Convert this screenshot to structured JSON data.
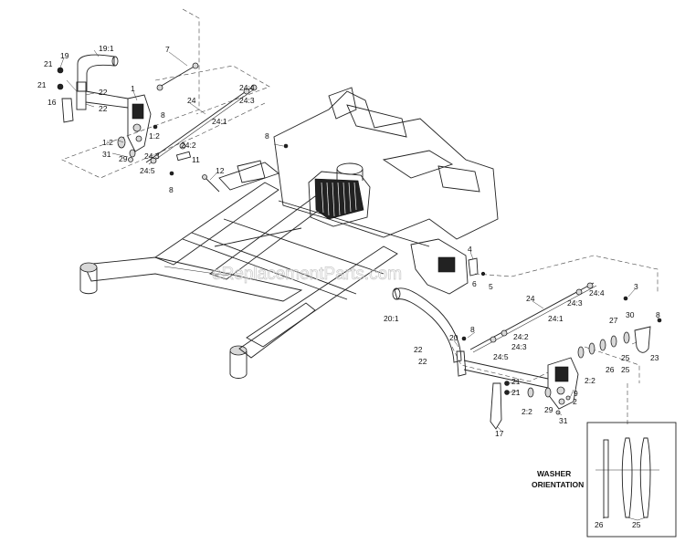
{
  "watermark": "eReplacementParts.com",
  "washer_orientation": {
    "line1": "WASHER",
    "line2": "ORIENTATION",
    "part_left": "26",
    "part_right": "25"
  },
  "callouts": {
    "c19_1": "19:1",
    "c7": "7",
    "c21a": "21",
    "c19": "19",
    "c21b": "21",
    "c22a": "22",
    "c16": "16",
    "c22b": "22",
    "c1": "1",
    "c24a": "24",
    "c24_4a": "24:4",
    "c24_3a": "24:3",
    "c8a": "8",
    "c24_1a": "24:1",
    "c1_2a": "1:2",
    "c1_2b": "1:2",
    "c24_2a": "24:2",
    "c31a": "31",
    "c29a": "29",
    "c24_3b": "24:3",
    "c11": "11",
    "c24_5a": "24:5",
    "c8b": "8",
    "c8c": "8",
    "c12": "12",
    "c4": "4",
    "c6": "6",
    "c5": "5",
    "c3": "3",
    "c24b": "24",
    "c24_4b": "24:4",
    "c24_3c": "24:3",
    "c24_1b": "24:1",
    "c20_1": "20:1",
    "c27": "27",
    "c30": "30",
    "c8d": "8",
    "c8e": "8",
    "c20": "20",
    "c24_2b": "24:2",
    "c24_3d": "24:3",
    "c22c": "22",
    "c24_5b": "24:5",
    "c25a": "25",
    "c23": "23",
    "c22d": "22",
    "c26": "26",
    "c2_2a": "2:2",
    "c25b": "25",
    "c21c": "21",
    "c9": "9",
    "c21d": "21",
    "c2": "2",
    "c2_2b": "2:2",
    "c29b": "29",
    "c31b": "31",
    "c17": "17"
  }
}
